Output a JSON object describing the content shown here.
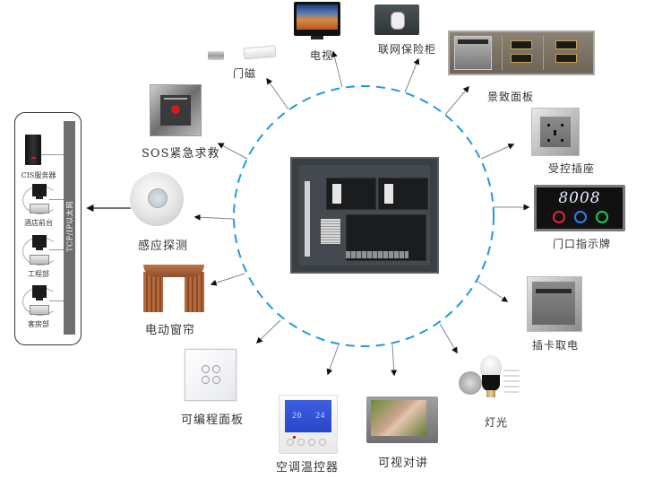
{
  "diagram": {
    "title_hidden": "",
    "hub": {
      "name": "room-controller-cabinet"
    },
    "network": {
      "bus_label": "TCP/IP以太网",
      "nodes": [
        {
          "label": "CIS服务器",
          "icon": "server-icon"
        },
        {
          "label": "酒店前台",
          "icon": "workstation-icon"
        },
        {
          "label": "工程部",
          "icon": "workstation-icon"
        },
        {
          "label": "客房部",
          "icon": "workstation-icon"
        }
      ]
    },
    "devices": [
      {
        "id": "tv",
        "label": "电视"
      },
      {
        "id": "safe",
        "label": "联网保险柜"
      },
      {
        "id": "door-magnet",
        "label": "门磁"
      },
      {
        "id": "scene-panel",
        "label": "景致面板"
      },
      {
        "id": "sos",
        "label": "SOS紧急求救"
      },
      {
        "id": "socket",
        "label": "受控插座"
      },
      {
        "id": "door-sign",
        "label": "门口指示牌",
        "display": "8008"
      },
      {
        "id": "motion-sensor",
        "label": "感应探测"
      },
      {
        "id": "curtain",
        "label": "电动窗帘"
      },
      {
        "id": "card-switch",
        "label": "插卡取电"
      },
      {
        "id": "programmable-panel",
        "label": "可编程面板"
      },
      {
        "id": "lighting",
        "label": "灯光"
      },
      {
        "id": "thermostat",
        "label": "空调温控器",
        "display_left": "20",
        "display_right": "24"
      },
      {
        "id": "video-intercom",
        "label": "可视对讲"
      }
    ],
    "colors": {
      "ring": "#1e9be0",
      "arrow": "#888888",
      "arrowhead": "#111111",
      "door_sign_red": "#e0263b",
      "door_sign_blue": "#2f7cf0",
      "door_sign_green": "#22c55e"
    }
  }
}
